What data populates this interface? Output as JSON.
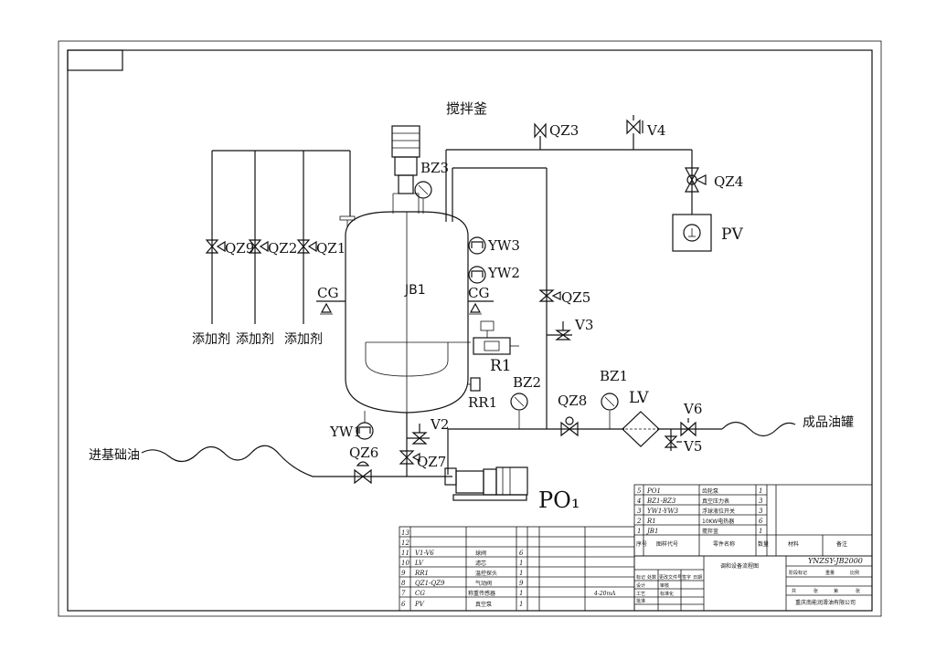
{
  "title": "搅拌釜",
  "vessel_label": "JB1",
  "tags": {
    "BZ3": "BZ3",
    "BZ2": "BZ2",
    "BZ1": "BZ1",
    "QZ1": "QZ1",
    "QZ2": "QZ2",
    "QZ3": "QZ3",
    "QZ4": "QZ4",
    "QZ5": "QZ5",
    "QZ6": "QZ6",
    "QZ7": "QZ7",
    "QZ8": "QZ8",
    "QZ9": "QZ9",
    "V2": "V2",
    "V3": "V3",
    "V4": "V4",
    "V5": "V5",
    "V6": "V6",
    "YW1": "YW1",
    "YW2": "YW2",
    "YW3": "YW3",
    "CG_left": "CG",
    "CG_right": "CG",
    "R1": "R1",
    "RR1": "RR1",
    "LV": "LV",
    "PV": "PV",
    "PO1": "PO₁"
  },
  "additives": [
    "添加剂",
    "添加剂",
    "添加剂"
  ],
  "inlet": "进基础油",
  "outlet": "成品油罐",
  "title_block": {
    "drawing_number": "YNZSY-JB2000",
    "drawing_name": "调和设备流程图",
    "company": "重庆南能润滑油有限公司",
    "header": {
      "seq": "序号",
      "code": "图样代号",
      "name": "零件名称",
      "qty": "数量",
      "material": "材料",
      "note": "备注"
    },
    "upper_rows": [
      {
        "seq": "5",
        "code": "PO1",
        "name": "齿轮泵",
        "qty": "1"
      },
      {
        "seq": "4",
        "code": "BZ1-BZ3",
        "name": "真空压力表",
        "qty": "3"
      },
      {
        "seq": "3",
        "code": "YW1-YW3",
        "name": "浮球液位开关",
        "qty": "3"
      },
      {
        "seq": "2",
        "code": "R1",
        "name": "10KW电热器",
        "qty": "6"
      },
      {
        "seq": "1",
        "code": "JB1",
        "name": "搅拌釜",
        "qty": "1"
      }
    ],
    "lower_rows": [
      {
        "seq": "13",
        "code": "",
        "name": "",
        "qty": "",
        "note": ""
      },
      {
        "seq": "12",
        "code": "",
        "name": "",
        "qty": "",
        "note": ""
      },
      {
        "seq": "11",
        "code": "V1-V6",
        "name": "球阀",
        "qty": "6",
        "note": ""
      },
      {
        "seq": "10",
        "code": "LV",
        "name": "滤芯",
        "qty": "1",
        "note": ""
      },
      {
        "seq": "9",
        "code": "RR1",
        "name": "温控探头",
        "qty": "1",
        "note": ""
      },
      {
        "seq": "8",
        "code": "QZ1-QZ9",
        "name": "气动阀",
        "qty": "9",
        "note": ""
      },
      {
        "seq": "7",
        "code": "CG",
        "name": "称重传感器",
        "qty": "1",
        "note": "4-20mA"
      },
      {
        "seq": "6",
        "code": "PV",
        "name": "真空泵",
        "qty": "1",
        "note": ""
      }
    ],
    "sign_labels": [
      "标记",
      "处数",
      "更改文件号",
      "签字",
      "日期",
      "设计",
      "审核",
      "工艺",
      "标准化",
      "批准",
      "阶段标记",
      "重量",
      "比例",
      "共",
      "张",
      "第",
      "张"
    ]
  }
}
